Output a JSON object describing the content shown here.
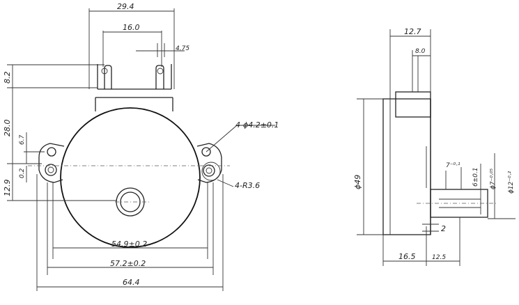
{
  "front_view": {
    "width_29_4": "29.4",
    "pitch_16_0": "16.0",
    "pin_4_75": "4.75",
    "height_8_2": "8.2",
    "height_28_0": "28.0",
    "hole_6_7": "6.7",
    "hole_12_9": "12.9",
    "hole_0_2": "0.2",
    "hole_callout": "4-ϕ4.2±0.1",
    "radius_callout": "4-R3.6",
    "width_54_9": "54.9±0.2",
    "width_57_2": "57.2±0.2",
    "width_64_4": "64.4"
  },
  "side_view": {
    "top_12_7": "12.7",
    "top_8_0": "8.0",
    "dia_49": "ϕ49",
    "shaft_7_tol": "7⁻⁰·¹",
    "shaft_6": "6±0.1",
    "shaft_dia_7": "ϕ7⁻⁰·⁰⁵",
    "shaft_dia_12": "ϕ12⁻⁰·²",
    "bottom_16_5": "16.5",
    "bottom_12_5": "12.5",
    "gap_2": "2"
  }
}
